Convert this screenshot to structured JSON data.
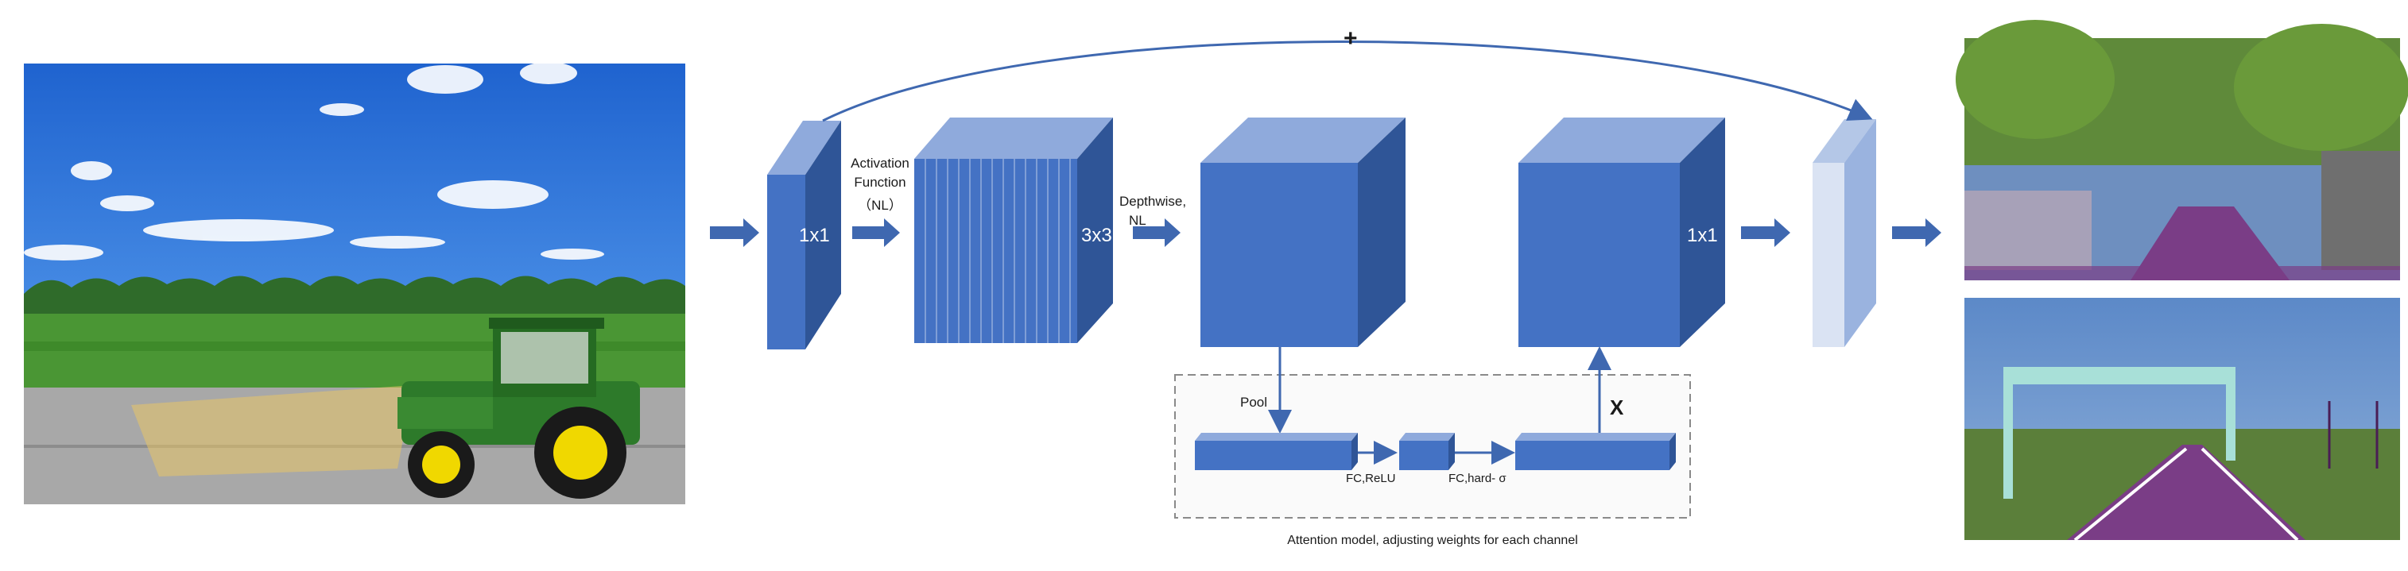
{
  "diagram": {
    "skip_symbol": "+",
    "blocks": {
      "expand_label": "1x1",
      "depthwise_label": "3x3",
      "project_label": "1x1"
    },
    "steps": {
      "activation_line1": "Activation",
      "activation_line2": "Function",
      "activation_line3": "（NL）",
      "depthwise_line1": "Depthwise,",
      "depthwise_line2": "NL"
    },
    "attention": {
      "pool_label": "Pool",
      "fc_relu_label": "FC,ReLU",
      "fc_hard_label": "FC,hard- σ",
      "multiply_label": "X",
      "caption": "Attention model, adjusting weights for each channel"
    }
  },
  "colors": {
    "block_front": "#4472c4",
    "block_side": "#2f5597",
    "block_top": "#8faadc",
    "arrow": "#3f68b0",
    "output_front": "#dae3f3",
    "output_side": "#9ab3df",
    "sky": "#2a6fd6",
    "grass": "#3e8a2a",
    "road_purple": "#7a3d86"
  }
}
